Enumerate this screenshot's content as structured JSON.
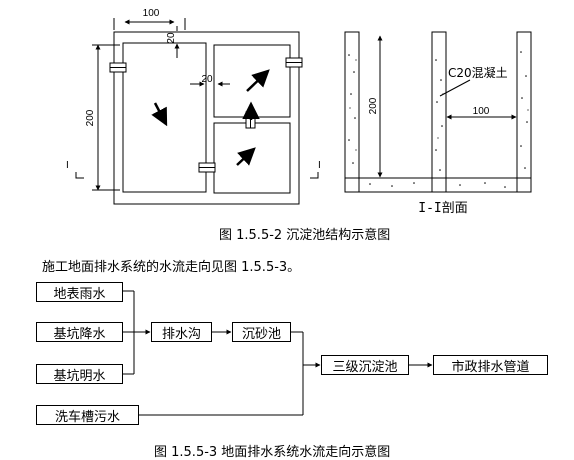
{
  "fig1": {
    "dims": {
      "top_width": "100",
      "wall": "20",
      "inner_gap": "20",
      "height": "200",
      "section_width": "100",
      "section_height": "200"
    },
    "section_mark_left": "I",
    "section_mark_right": "I",
    "material_label": "C20混凝土",
    "section_title": "I-I剖面",
    "caption": "图 1.5.5-2    沉淀池结构示意图"
  },
  "intro_text": "施工地面排水系统的水流走向见图 1.5.5-3。",
  "flow": {
    "sources": [
      "地表雨水",
      "基坑降水",
      "基坑明水",
      "洗车槽污水"
    ],
    "steps": [
      "排水沟",
      "沉砂池",
      "三级沉淀池",
      "市政排水管道"
    ]
  },
  "fig2": {
    "caption": "图 1.5.5-3    地面排水系统水流走向示意图"
  }
}
